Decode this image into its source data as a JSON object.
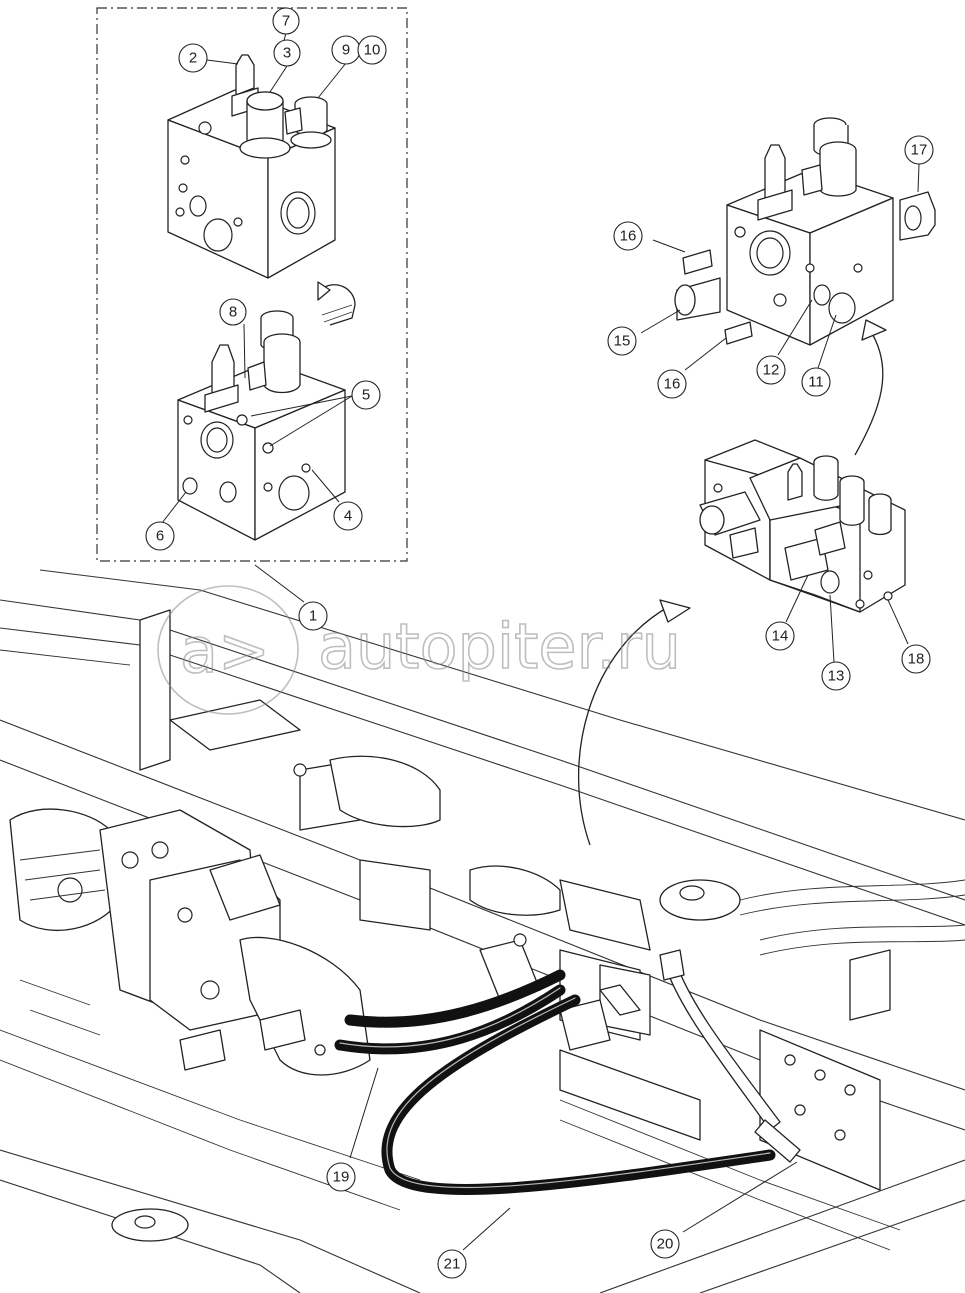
{
  "watermark": {
    "text": "autopiter.ru",
    "logo_glyph": "a>"
  },
  "callouts": [
    {
      "id": "c1",
      "label": "1"
    },
    {
      "id": "c2",
      "label": "2"
    },
    {
      "id": "c3",
      "label": "3"
    },
    {
      "id": "c4",
      "label": "4"
    },
    {
      "id": "c5",
      "label": "5"
    },
    {
      "id": "c6",
      "label": "6"
    },
    {
      "id": "c7",
      "label": "7"
    },
    {
      "id": "c8",
      "label": "8"
    },
    {
      "id": "c9",
      "label": "9"
    },
    {
      "id": "c10",
      "label": "10"
    },
    {
      "id": "c11",
      "label": "11"
    },
    {
      "id": "c12",
      "label": "12"
    },
    {
      "id": "c13",
      "label": "13"
    },
    {
      "id": "c14",
      "label": "14"
    },
    {
      "id": "c15",
      "label": "15"
    },
    {
      "id": "c16a",
      "label": "16"
    },
    {
      "id": "c16b",
      "label": "16"
    },
    {
      "id": "c17",
      "label": "17"
    },
    {
      "id": "c18",
      "label": "18"
    },
    {
      "id": "c19",
      "label": "19"
    },
    {
      "id": "c20",
      "label": "20"
    },
    {
      "id": "c21",
      "label": "21"
    }
  ]
}
